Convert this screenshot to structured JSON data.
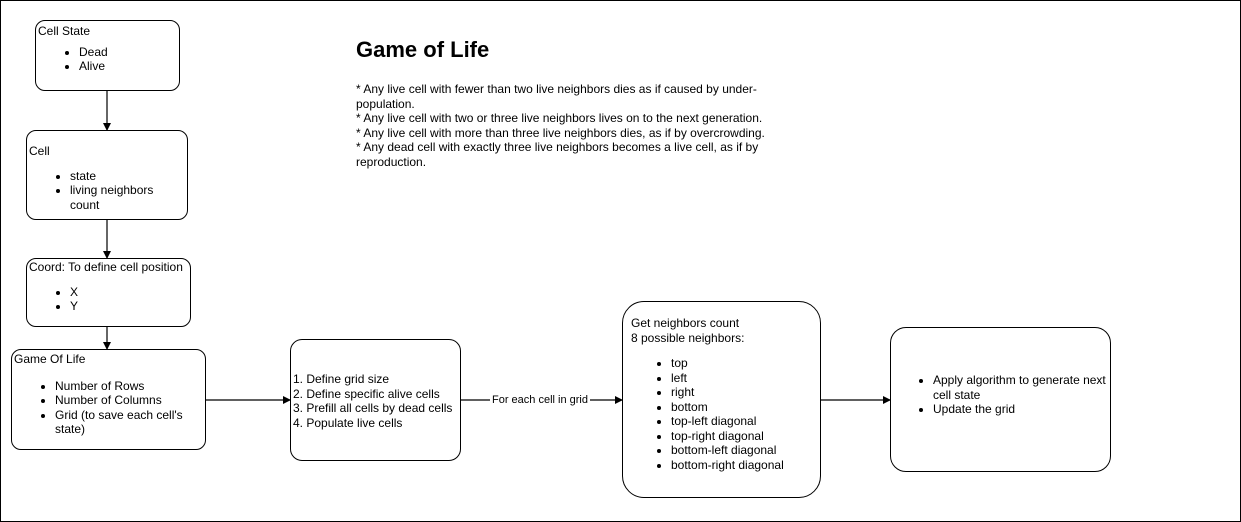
{
  "diagram": {
    "title": "Game of Life",
    "rules": [
      " * Any live cell with fewer than two live neighbors dies as if caused by under-population.",
      " * Any live cell with two or three live neighbors lives on to the next generation.",
      " * Any live cell with more than three live neighbors dies, as if by overcrowding.",
      " * Any dead cell with exactly three live neighbors becomes a live cell, as if by reproduction."
    ],
    "nodes": {
      "cell_state": {
        "heading": "Cell State",
        "items": [
          "Dead",
          "Alive"
        ]
      },
      "cell": {
        "heading": "Cell",
        "items": [
          "state",
          "living neighbors count"
        ]
      },
      "coord": {
        "heading": "Coord: To define cell position",
        "items": [
          "X",
          "Y"
        ]
      },
      "game_of_life": {
        "heading": "Game Of Life",
        "items": [
          "Number of Rows",
          "Number of Columns",
          "Grid (to save each cell's state)"
        ]
      },
      "grid_setup": {
        "lines": [
          "1. Define grid size",
          "2. Define specific alive cells",
          "3. Prefill all cells by dead cells",
          "4. Populate live cells"
        ]
      },
      "neighbors": {
        "heading": "Get neighbors count",
        "subheading": "8 possible neighbors:",
        "items": [
          "top",
          "left",
          "right",
          "bottom",
          "top-left diagonal",
          "top-right diagonal",
          "bottom-left diagonal",
          "bottom-right diagonal"
        ]
      },
      "apply": {
        "items": [
          "Apply algorithm to generate next cell state",
          "Update the grid"
        ]
      }
    },
    "edges": {
      "for_each_label": "For each cell in grid"
    }
  }
}
